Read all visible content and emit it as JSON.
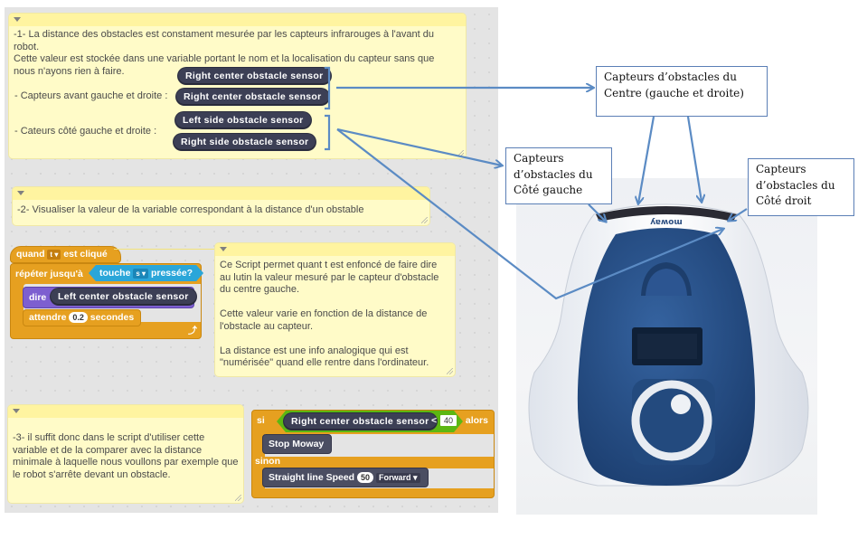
{
  "scratch": {
    "comment1": {
      "text": "-1- La distance des obstacles est constament mesurée par les capteurs infrarouges à l'avant du robot.\nCette valeur est stockée dans une variable portant le nom et la localisation du capteur sans que nous n'ayons rien à faire.",
      "label_front": "- Capteurs avant gauche et droite :",
      "label_side": "- Cateurs côté gauche et droite :",
      "reporters": [
        "Right center obstacle sensor",
        "Right center obstacle sensor",
        "Left side obstacle sensor",
        "Right side obstacle sensor"
      ]
    },
    "comment2": {
      "text": "-2- Visualiser la valeur de la variable correspondant à la distance d'un obstable"
    },
    "script1": {
      "hat_prefix": "quand",
      "hat_key": "t",
      "hat_suffix": "est cliqué",
      "repeat_label": "répéter jusqu'à",
      "sensing_prefix": "touche",
      "sensing_key": "s",
      "sensing_suffix": "pressée?",
      "say_label": "dire",
      "say_value": "Left center obstacle sensor",
      "wait_prefix": "attendre",
      "wait_value": "0.2",
      "wait_suffix": "secondes"
    },
    "comment_script": {
      "text": "Ce Script permet quant t est enfoncé de faire dire au lutin la valeur mesuré par le capteur d'obstacle du centre gauche.\n\nCette valeur varie en fonction de la distance de l'obstacle au capteur.\n\nLa distance est une info analogique qui est \"numérisée\" quand elle rentre dans l'ordinateur."
    },
    "comment3": {
      "text": "-3- il suffit donc dans le script d'utiliser cette variable et de la comparer avec la distance minimale à laquelle nous voullons par exemple que le robot s'arrête devant un obstacle."
    },
    "script2": {
      "if_label": "si",
      "condition_reporter": "Right center obstacle sensor",
      "operator": "<",
      "threshold": "40",
      "then_label": "alors",
      "stop_block": "Stop Moway",
      "else_label": "sinon",
      "move_label": "Straight line Speed",
      "speed_value": "50",
      "direction": "Forward"
    }
  },
  "annotations": {
    "centre": "Capteurs d’obstacles du Centre (gauche et droite)",
    "left": "Capteurs d’obstacles du Côté gauche",
    "right": "Capteurs d’obstacles du Côté droit"
  },
  "robot": {
    "brand_logo": "moway"
  },
  "colors": {
    "arrow": "#5b8bc4",
    "robot_blue": "#244c80",
    "comment_bg": "#fffbc8",
    "control": "#e6a020",
    "reporter": "#3c3f55"
  }
}
